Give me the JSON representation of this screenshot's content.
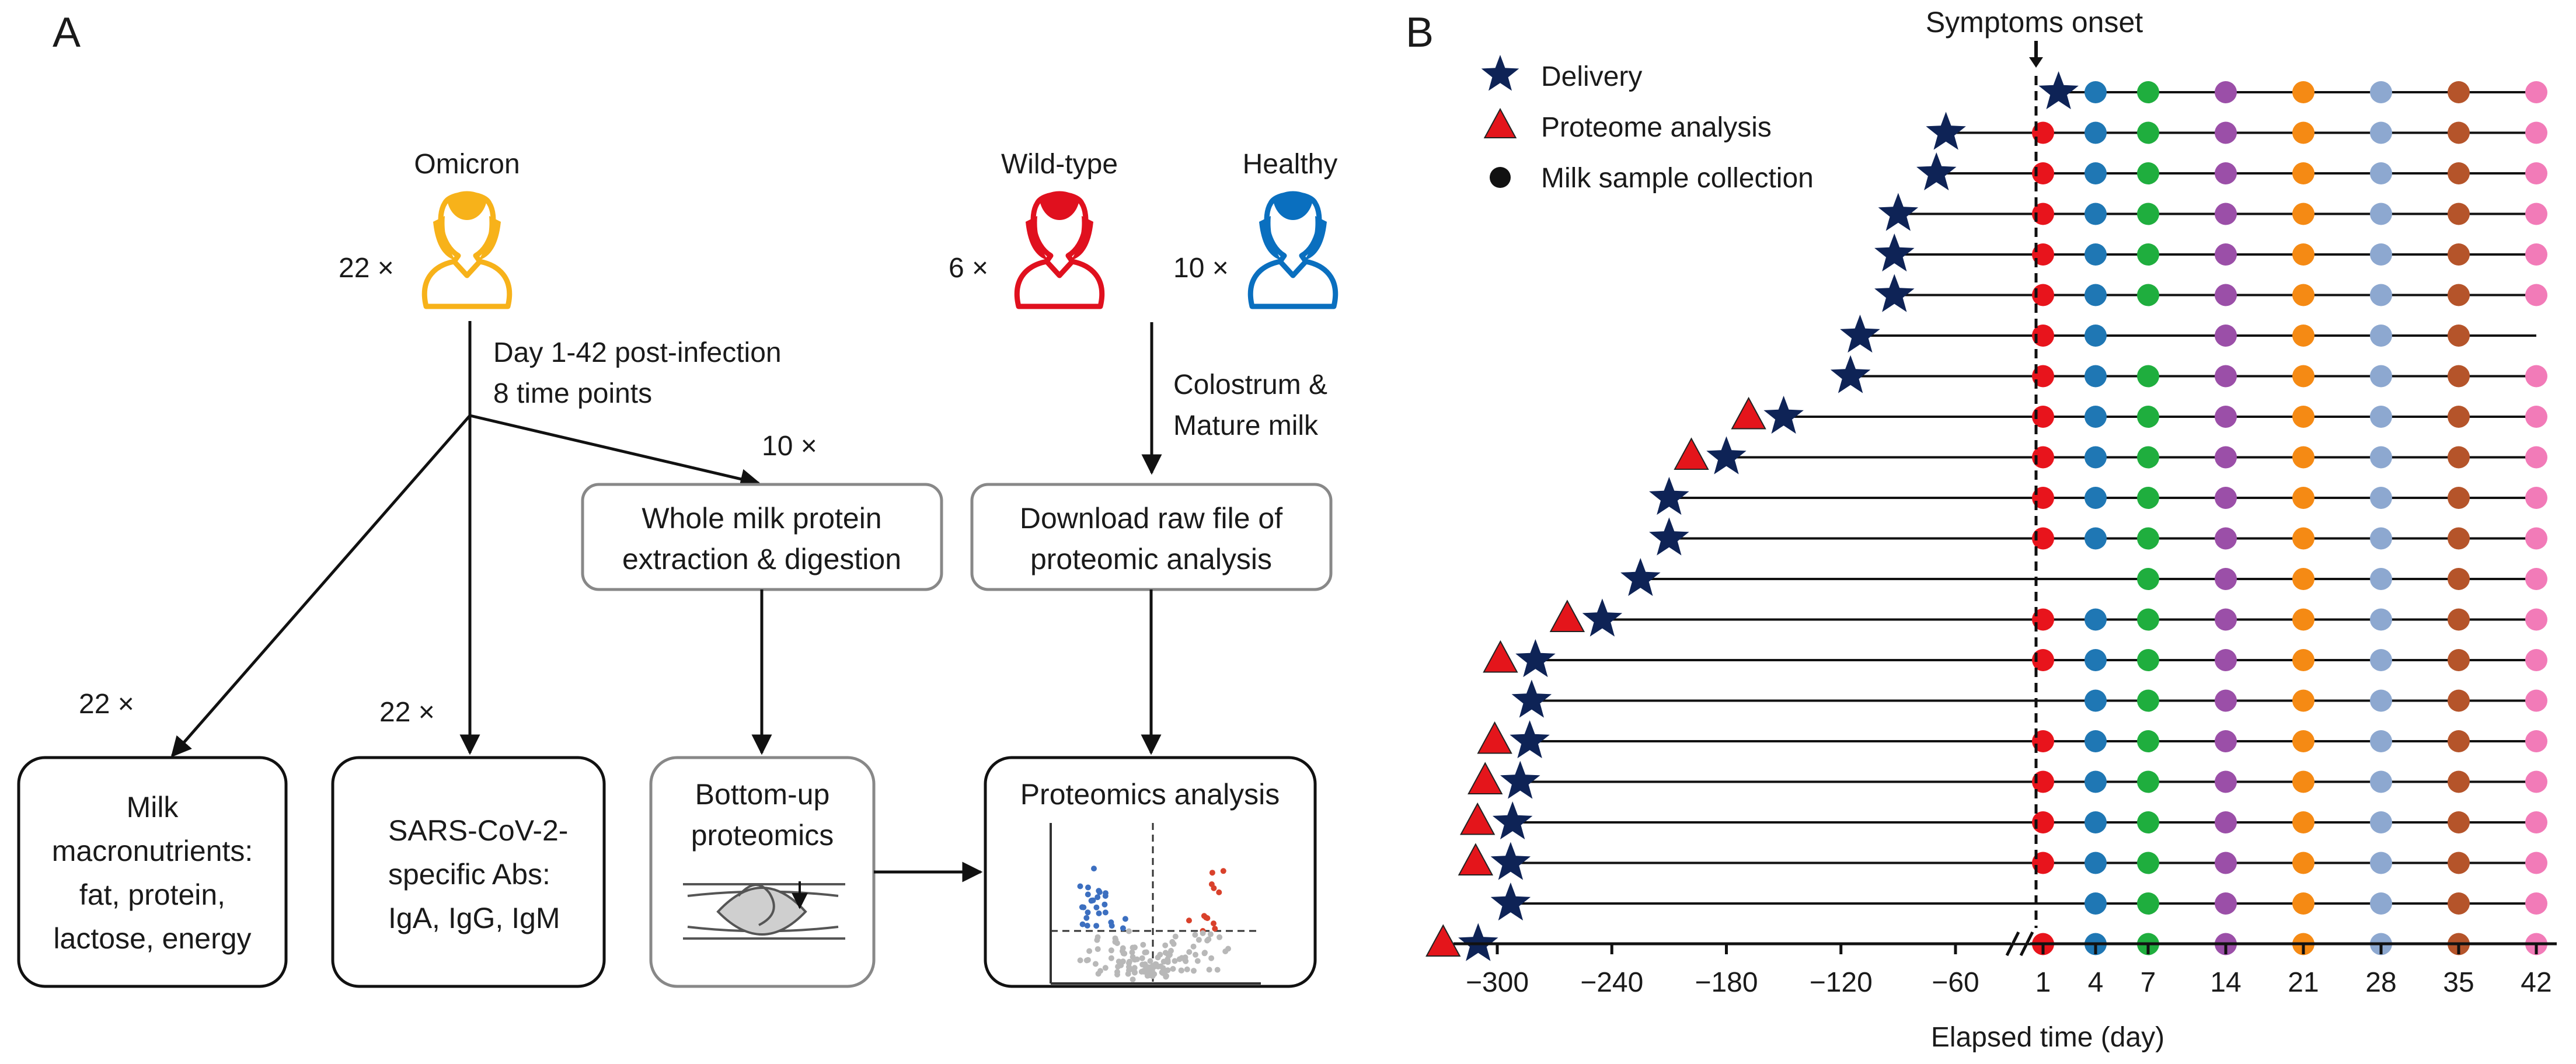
{
  "panel_a": {
    "label": "A",
    "omicron": {
      "name": "Omicron",
      "count": "22 ×",
      "color": "#F7B21A"
    },
    "wildtype": {
      "name": "Wild-type",
      "count": "6 ×",
      "color": "#E0101E"
    },
    "healthy": {
      "name": "Healthy",
      "count": "10 ×",
      "color": "#0A6FBF"
    },
    "timeline_text": [
      "Day 1-42 post-infection",
      "8 time points"
    ],
    "healthy_milk_text": [
      "Colostrum &",
      "Mature milk"
    ],
    "count_10": "10 ×",
    "count_22_left": "22 ×",
    "count_22_mid": "22 ×",
    "extraction_box": [
      "Whole milk protein",
      "extraction & digestion"
    ],
    "download_box": [
      "Download raw file of",
      "proteomic analysis"
    ],
    "macronutrients_box": [
      "Milk",
      "macronutrients:",
      "fat, protein,",
      "lactose, energy"
    ],
    "antibodies_box": [
      "SARS-CoV-2-",
      "specific Abs:",
      "IgA, IgG, IgM"
    ],
    "bottomup_box": [
      "Bottom-up",
      "proteomics"
    ],
    "proteomics_box": "Proteomics analysis"
  },
  "panel_b": {
    "label": "B",
    "symptoms_label": "Symptoms onset",
    "legend": [
      {
        "key": "delivery",
        "label": "Delivery",
        "marker": "star",
        "color": "#0E2356"
      },
      {
        "key": "proteome",
        "label": "Proteome analysis",
        "marker": "triangle",
        "color": "#E4151B"
      },
      {
        "key": "collection",
        "label": "Milk sample collection",
        "marker": "circle",
        "color": "#111111"
      }
    ],
    "x_axis": {
      "label": "Elapsed time (day)",
      "neg_ticks": [
        -300,
        -240,
        -180,
        -120,
        -60
      ],
      "neg_tick_labels": [
        "−300",
        "−240",
        "−180",
        "−120",
        "−60"
      ],
      "pos_ticks": [
        1,
        4,
        7,
        14,
        21,
        28,
        35,
        42
      ],
      "pos_tick_labels": [
        "1",
        "4",
        "7",
        "14",
        "21",
        "28",
        "35",
        "42"
      ]
    },
    "day_colors": {
      "1": "#E8141C",
      "4": "#1F77B4",
      "7": "#1FAE3E",
      "14": "#9B4FA8",
      "21": "#F58A14",
      "28": "#8DA8D0",
      "35": "#B5542A",
      "42": "#F27BB8"
    },
    "participants": [
      {
        "delivery": -6,
        "proteome": false,
        "days": [
          4,
          7,
          14,
          21,
          28,
          35,
          42
        ]
      },
      {
        "delivery": -65,
        "proteome": false,
        "days": [
          1,
          4,
          7,
          14,
          21,
          28,
          35,
          42
        ]
      },
      {
        "delivery": -70,
        "proteome": false,
        "days": [
          1,
          4,
          7,
          14,
          21,
          28,
          35,
          42
        ]
      },
      {
        "delivery": -90,
        "proteome": false,
        "days": [
          1,
          4,
          7,
          14,
          21,
          28,
          35,
          42
        ]
      },
      {
        "delivery": -92,
        "proteome": false,
        "days": [
          1,
          4,
          7,
          14,
          21,
          28,
          35,
          42
        ]
      },
      {
        "delivery": -92,
        "proteome": false,
        "days": [
          1,
          4,
          7,
          14,
          21,
          28,
          35,
          42
        ]
      },
      {
        "delivery": -110,
        "proteome": false,
        "days": [
          1,
          4,
          14,
          21,
          28,
          35
        ]
      },
      {
        "delivery": -115,
        "proteome": false,
        "days": [
          1,
          4,
          7,
          14,
          21,
          28,
          35,
          42
        ]
      },
      {
        "delivery": -150,
        "proteome": true,
        "days": [
          1,
          4,
          7,
          14,
          21,
          28,
          35,
          42
        ]
      },
      {
        "delivery": -180,
        "proteome": true,
        "days": [
          1,
          4,
          7,
          14,
          21,
          28,
          35,
          42
        ]
      },
      {
        "delivery": -210,
        "proteome": false,
        "days": [
          1,
          4,
          7,
          14,
          21,
          28,
          35,
          42
        ]
      },
      {
        "delivery": -210,
        "proteome": false,
        "days": [
          1,
          4,
          7,
          14,
          21,
          28,
          35,
          42
        ]
      },
      {
        "delivery": -225,
        "proteome": false,
        "days": [
          7,
          14,
          21,
          28,
          35,
          42
        ]
      },
      {
        "delivery": -245,
        "proteome": true,
        "days": [
          1,
          4,
          7,
          14,
          21,
          28,
          35,
          42
        ]
      },
      {
        "delivery": -280,
        "proteome": true,
        "days": [
          1,
          4,
          7,
          14,
          21,
          28,
          35,
          42
        ]
      },
      {
        "delivery": -282,
        "proteome": false,
        "days": [
          4,
          7,
          14,
          21,
          28,
          35,
          42
        ]
      },
      {
        "delivery": -283,
        "proteome": true,
        "days": [
          1,
          4,
          7,
          14,
          21,
          28,
          35,
          42
        ]
      },
      {
        "delivery": -288,
        "proteome": true,
        "days": [
          1,
          4,
          7,
          14,
          21,
          28,
          35,
          42
        ]
      },
      {
        "delivery": -292,
        "proteome": true,
        "days": [
          1,
          4,
          7,
          14,
          21,
          28,
          35,
          42
        ]
      },
      {
        "delivery": -293,
        "proteome": true,
        "days": [
          1,
          4,
          7,
          14,
          21,
          28,
          35,
          42
        ]
      },
      {
        "delivery": -293,
        "proteome": false,
        "days": [
          4,
          7,
          14,
          21,
          28,
          35,
          42
        ]
      },
      {
        "delivery": -310,
        "proteome": true,
        "days": [
          1,
          4,
          7,
          14,
          21,
          28,
          35,
          42
        ]
      }
    ]
  },
  "chart_data": {
    "type": "scatter",
    "xlabel": "Elapsed time (day)",
    "series": [
      {
        "name": "Delivery",
        "x": [
          -6,
          -65,
          -70,
          -90,
          -92,
          -92,
          -110,
          -115,
          -150,
          -180,
          -210,
          -210,
          -225,
          -245,
          -280,
          -282,
          -283,
          -288,
          -292,
          -293,
          -293,
          -310
        ]
      },
      {
        "name": "Proteome analysis",
        "rows": [
          9,
          10,
          14,
          15,
          17,
          18,
          19,
          20,
          22
        ]
      },
      {
        "name": "Milk sample collection",
        "days": [
          1,
          4,
          7,
          14,
          21,
          28,
          35,
          42
        ]
      }
    ]
  }
}
